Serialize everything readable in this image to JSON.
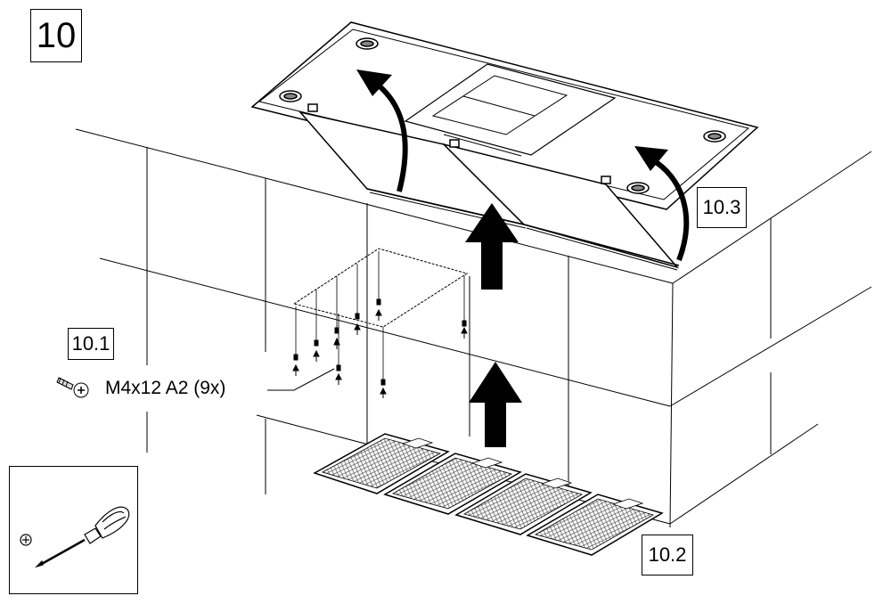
{
  "diagram": {
    "step_number": "10",
    "labels": {
      "filter_screws": "10.1",
      "grease_filters": "10.2",
      "flaps": "10.3"
    },
    "screw_spec": "M4x12 A2 (9x)",
    "tool": "screwdriver-icon",
    "colors": {
      "line": "#000000",
      "background": "#ffffff",
      "mesh": "#555555"
    }
  }
}
